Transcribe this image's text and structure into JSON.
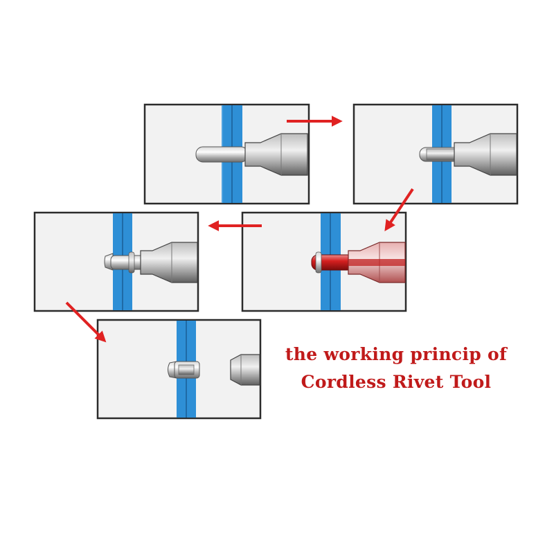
{
  "caption": {
    "line1": "the working princip of",
    "line2": "Cordless Rivet Tool"
  },
  "colors": {
    "plate": "#2e8fd6",
    "panel_fill": "#f2f2f2",
    "panel_border": "#2b2b2b",
    "arrow": "#e02222",
    "caption": "#c01a1a",
    "highlight_mandrel": "#d62020"
  },
  "steps": [
    {
      "id": "insert-rivet",
      "nose_piece": "attached",
      "mandrel": "long"
    },
    {
      "id": "seat-rivet",
      "nose_piece": "attached",
      "mandrel": "through-plates"
    },
    {
      "id": "pull-mandrel",
      "nose_piece": "attached",
      "mandrel": "pulled",
      "highlight": true
    },
    {
      "id": "form-bulb",
      "nose_piece": "attached",
      "mandrel": "collapsed"
    },
    {
      "id": "break-mandrel",
      "nose_piece": "retracted",
      "mandrel": "broken-off"
    }
  ]
}
